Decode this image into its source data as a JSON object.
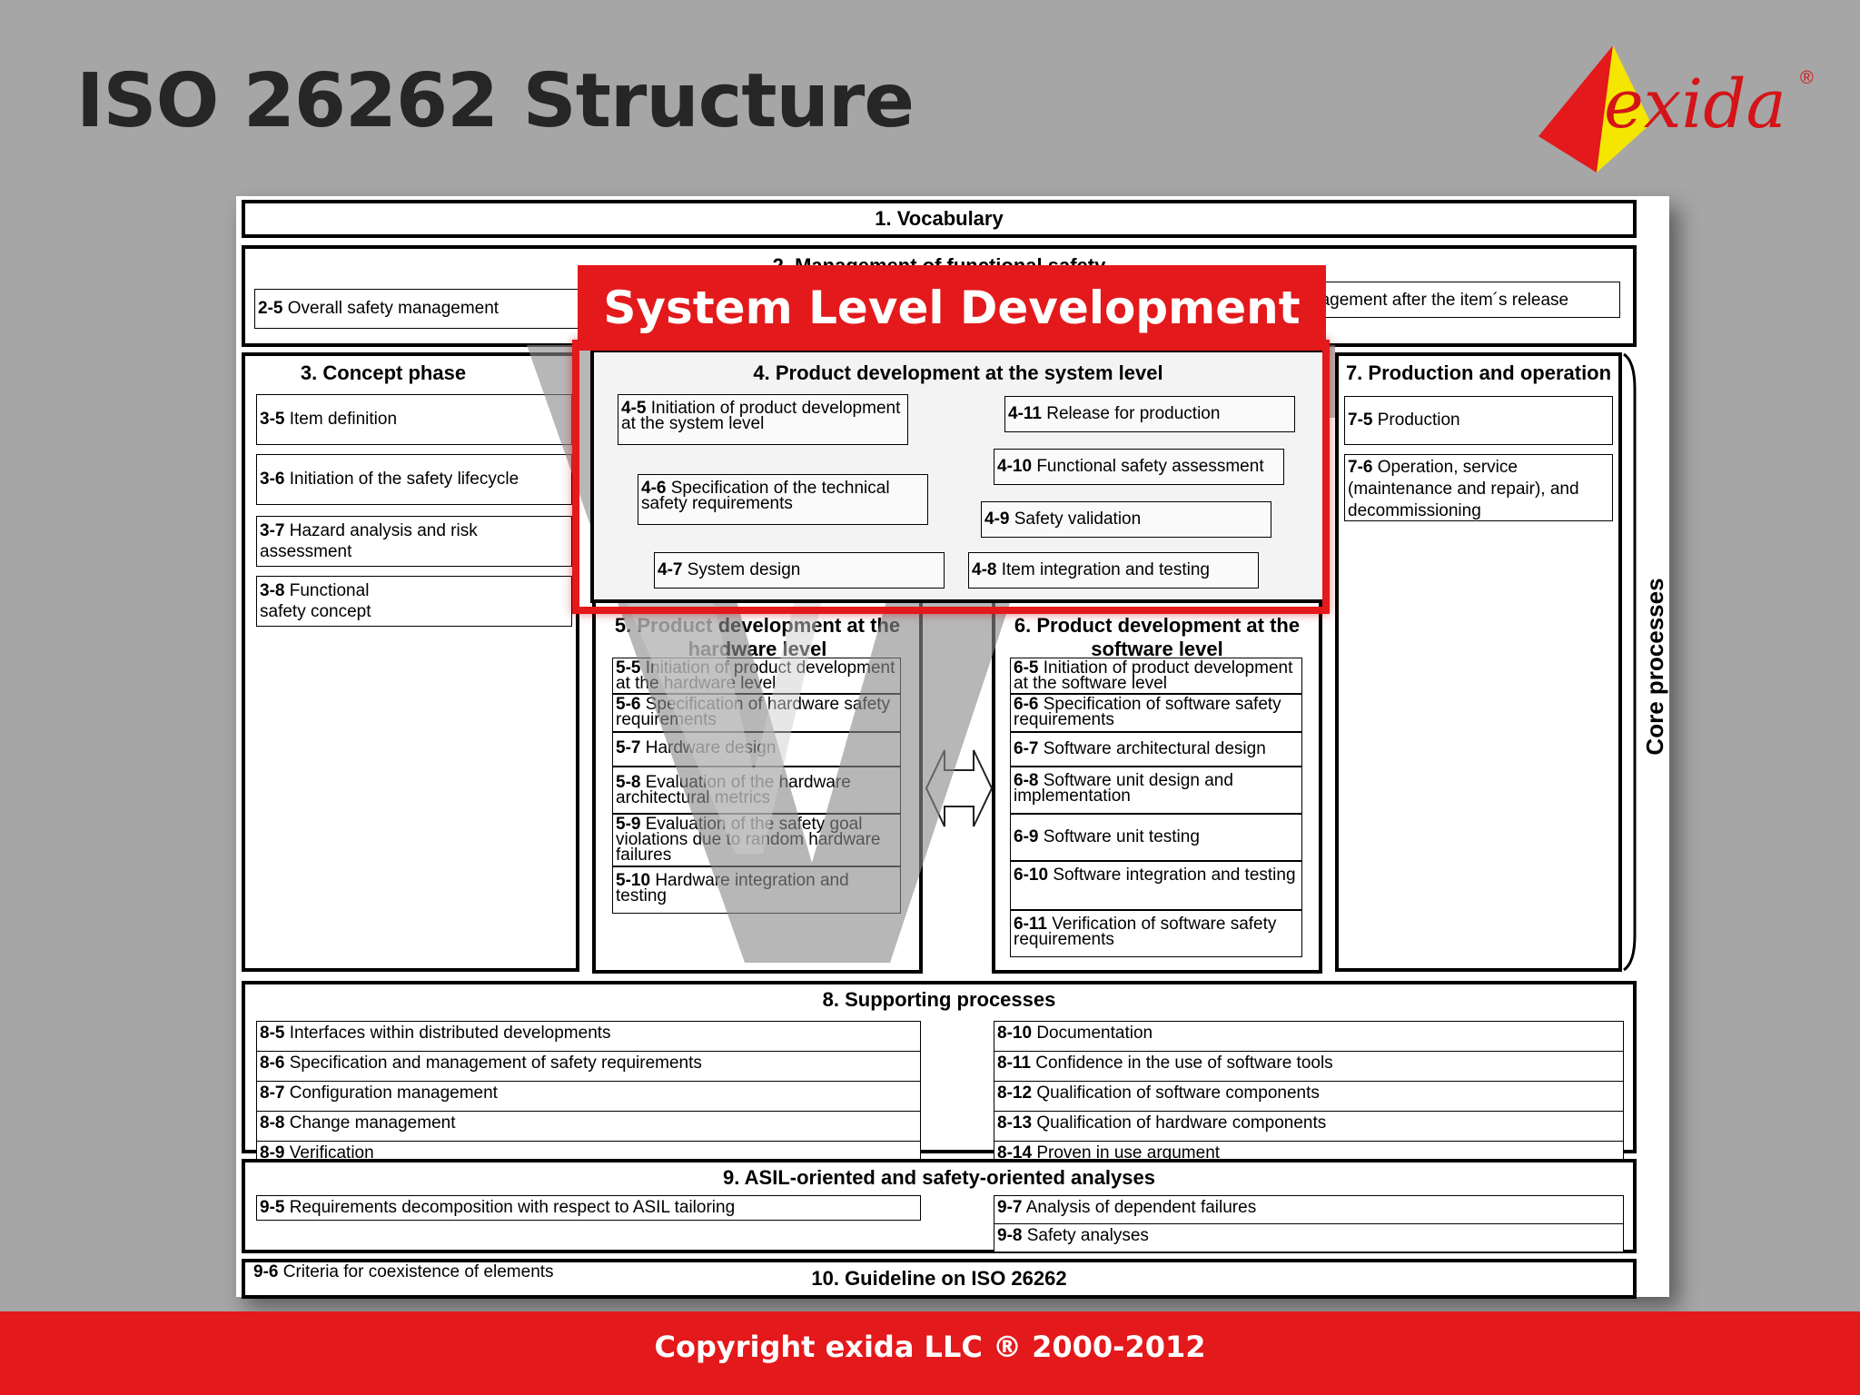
{
  "slide": {
    "title": "ISO 26262 Structure"
  },
  "logo": {
    "text": "exida",
    "mark": "®"
  },
  "colors": {
    "accent": "#e3191b",
    "background": "#a6a6a6",
    "logo_yellow": "#f5e600"
  },
  "diagram": {
    "vocabulary": "1. Vocabulary",
    "management": {
      "title": "2. Management of functional safety",
      "left": {
        "num": "2-5",
        "text": "Overall safety management"
      },
      "right_partial": "nagement after the item´s release"
    },
    "concept": {
      "title": "3. Concept phase",
      "items": [
        {
          "num": "3-5",
          "text": "Item definition"
        },
        {
          "num": "3-6",
          "text": "Initiation of the safety lifecycle"
        },
        {
          "num": "3-7",
          "text": "Hazard analysis and risk assessment"
        },
        {
          "num": "3-8",
          "text": "Functional safety concept"
        }
      ]
    },
    "system": {
      "title": "4. Product development at the system level",
      "items": [
        {
          "num": "4-5",
          "text": "Initiation of product development at the system level"
        },
        {
          "num": "4-6",
          "text": "Specification of the technical safety requirements"
        },
        {
          "num": "4-7",
          "text": "System design"
        },
        {
          "num": "4-11",
          "text": "Release for production"
        },
        {
          "num": "4-10",
          "text": "Functional safety assessment"
        },
        {
          "num": "4-9",
          "text": "Safety validation"
        },
        {
          "num": "4-8",
          "text": "Item integration and testing"
        }
      ]
    },
    "hardware": {
      "title_line1": "5. Product development at the",
      "title_line2": "hardware level",
      "items": [
        {
          "num": "5-5",
          "text": "Initiation of product development at the hardware level"
        },
        {
          "num": "5-6",
          "text": "Specification of hardware safety requirements"
        },
        {
          "num": "5-7",
          "text": "Hardware design"
        },
        {
          "num": "5-8",
          "text": "Evaluation of  the hardware architectural metrics"
        },
        {
          "num": "5-9",
          "text": "Evaluation of  the safety goal violations due to random hardware failures"
        },
        {
          "num": "5-10",
          "text": "Hardware integration and testing"
        }
      ]
    },
    "software": {
      "title_line1": "6. Product development at the",
      "title_line2": "software level",
      "items": [
        {
          "num": "6-5",
          "text": "Initiation of product development at the software level"
        },
        {
          "num": "6-6",
          "text": "Specification of software safety requirements"
        },
        {
          "num": "6-7",
          "text": "Software architectural design"
        },
        {
          "num": "6-8",
          "text": "Software unit design and implementation"
        },
        {
          "num": "6-9",
          "text": "Software unit testing"
        },
        {
          "num": "6-10",
          "text": "Software integration and testing"
        },
        {
          "num": "6-11",
          "text": "Verification of software safety requirements"
        }
      ]
    },
    "production": {
      "title": "7. Production and operation",
      "items": [
        {
          "num": "7-5",
          "text": "Production"
        },
        {
          "num": "7-6",
          "text": "Operation, service (maintenance and repair), and decommissioning"
        }
      ]
    },
    "core_processes": "Core processes",
    "supporting": {
      "title": "8. Supporting processes",
      "left": [
        {
          "num": "8-5",
          "text": "Interfaces within distributed developments"
        },
        {
          "num": "8-6",
          "text": "Specification and management of safety requirements"
        },
        {
          "num": "8-7",
          "text": "Configuration management"
        },
        {
          "num": "8-8",
          "text": "Change management"
        },
        {
          "num": "8-9",
          "text": "Verification"
        }
      ],
      "right": [
        {
          "num": "8-10",
          "text": "Documentation"
        },
        {
          "num": "8-11",
          "text": "Confidence in the use of software tools"
        },
        {
          "num": "8-12",
          "text": "Qualification of software components"
        },
        {
          "num": "8-13",
          "text": "Qualification of hardware components"
        },
        {
          "num": "8-14",
          "text": "Proven in use argument"
        }
      ]
    },
    "asil": {
      "title": "9. ASIL-oriented and safety-oriented analyses",
      "left": [
        {
          "num": "9-5",
          "text": "Requirements decomposition with respect to ASIL tailoring"
        }
      ],
      "right": [
        {
          "num": "9-7",
          "text": "Analysis of dependent failures"
        },
        {
          "num": "9-8",
          "text": "Safety analyses"
        }
      ],
      "bottom_left": {
        "num": "9-6",
        "text": "Criteria for coexistence of elements"
      }
    },
    "guideline": "10. Guideline on ISO 26262"
  },
  "overlay": {
    "banner": "System Level Development"
  },
  "footer": {
    "text": "Copyright exida LLC ® 2000-2012"
  }
}
